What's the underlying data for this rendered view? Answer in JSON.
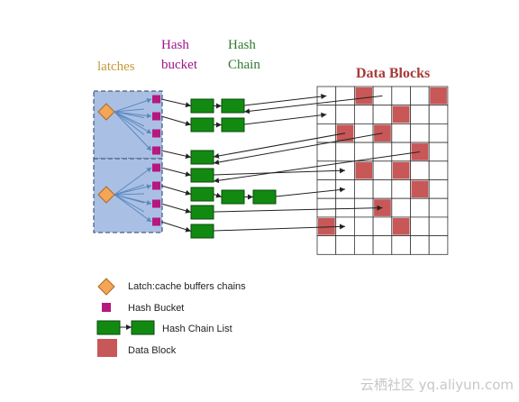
{
  "headers": {
    "latches": "latches",
    "hash_bucket_line1": "Hash",
    "hash_bucket_line2": "bucket",
    "hash_chain_line1": "Hash",
    "hash_chain_line2": "Chain",
    "data_blocks": "Data Blocks"
  },
  "legend": {
    "latch": "Latch:cache buffers chains",
    "bucket": "Hash Bucket",
    "chain": "Hash Chain List",
    "block": "Data Block"
  },
  "watermark": "云栖社区 yq.aliyun.com",
  "colors": {
    "latch_fill": "#f5a556",
    "latch_region": "#a9c0e4",
    "bucket_fill": "#b5187f",
    "chain_fill": "#128a12",
    "block_fill": "#c85757",
    "latches_text": "#c49a3a",
    "bucket_text": "#a0148a",
    "chain_text": "#2e7b2e",
    "data_blocks_text": "#a83a3a"
  }
}
